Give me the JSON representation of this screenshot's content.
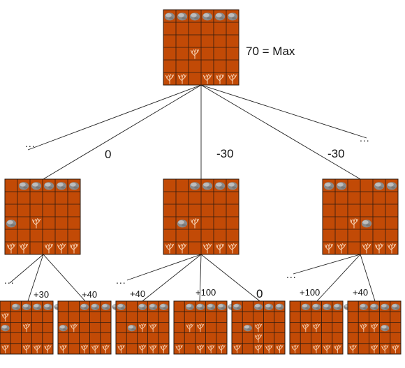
{
  "colors": {
    "board_fill": "#c24a06",
    "grid_line": "#2a1a10",
    "rock": "#8a8a8a",
    "rock_light": "#c9c9c9",
    "coral": "#f3c9a8",
    "edge_line": "#222222",
    "text": "#111111"
  },
  "icons": {
    "rock": "rock-icon",
    "coral": "coral-icon"
  },
  "root": {
    "label": "70 = Max",
    "left_dots": "...",
    "right_dots": "..."
  },
  "children": [
    {
      "value_label": "0",
      "dots": "...",
      "grandchild_labels": [
        "+30",
        "+40"
      ]
    },
    {
      "value_label": "-30",
      "dots": "...",
      "grandchild_labels": [
        "+40",
        "+100",
        "0"
      ]
    },
    {
      "value_label": "-30",
      "dots": "...",
      "grandchild_labels": [
        "+100",
        "+40"
      ]
    }
  ],
  "boards": {
    "root": {
      "rocks": [
        [
          0,
          0
        ],
        [
          0,
          1
        ],
        [
          0,
          2
        ],
        [
          0,
          3
        ],
        [
          0,
          4
        ],
        [
          0,
          5
        ]
      ],
      "corals": [
        [
          3,
          2
        ],
        [
          5,
          0
        ],
        [
          5,
          1
        ],
        [
          5,
          3
        ],
        [
          5,
          4
        ],
        [
          5,
          5
        ]
      ]
    },
    "child_0": {
      "rocks": [
        [
          0,
          1
        ],
        [
          0,
          2
        ],
        [
          0,
          3
        ],
        [
          0,
          4
        ],
        [
          0,
          5
        ],
        [
          3,
          0
        ]
      ],
      "corals": [
        [
          3,
          2
        ],
        [
          5,
          0
        ],
        [
          5,
          1
        ],
        [
          5,
          3
        ],
        [
          5,
          4
        ],
        [
          5,
          5
        ]
      ]
    },
    "child_1": {
      "rocks": [
        [
          0,
          2
        ],
        [
          0,
          3
        ],
        [
          0,
          4
        ],
        [
          0,
          5
        ],
        [
          3,
          1
        ]
      ],
      "corals": [
        [
          3,
          2
        ],
        [
          5,
          0
        ],
        [
          5,
          1
        ],
        [
          5,
          3
        ],
        [
          5,
          4
        ],
        [
          5,
          5
        ]
      ]
    },
    "child_2": {
      "rocks": [
        [
          0,
          0
        ],
        [
          0,
          1
        ],
        [
          0,
          4
        ],
        [
          0,
          5
        ],
        [
          3,
          3
        ]
      ],
      "corals": [
        [
          3,
          2
        ],
        [
          5,
          0
        ],
        [
          5,
          1
        ],
        [
          5,
          3
        ],
        [
          5,
          4
        ],
        [
          5,
          5
        ]
      ]
    },
    "grand_0": {
      "rocks": [
        [
          0,
          1
        ],
        [
          0,
          2
        ],
        [
          0,
          3
        ],
        [
          0,
          4
        ],
        [
          0,
          5
        ],
        [
          2,
          0
        ]
      ],
      "corals": [
        [
          1,
          0
        ],
        [
          2,
          2
        ],
        [
          4,
          0
        ],
        [
          4,
          2
        ],
        [
          4,
          3
        ],
        [
          4,
          4
        ]
      ]
    },
    "grand_1": {
      "rocks": [
        [
          0,
          2
        ],
        [
          0,
          3
        ],
        [
          0,
          4
        ],
        [
          0,
          5
        ],
        [
          2,
          0
        ]
      ],
      "corals": [
        [
          2,
          1
        ],
        [
          4,
          0
        ],
        [
          4,
          2
        ],
        [
          4,
          3
        ],
        [
          4,
          4
        ]
      ]
    },
    "grand_2": {
      "rocks": [
        [
          0,
          0
        ],
        [
          0,
          2
        ],
        [
          0,
          3
        ],
        [
          0,
          4
        ],
        [
          2,
          1
        ]
      ],
      "corals": [
        [
          2,
          2
        ],
        [
          2,
          3
        ],
        [
          4,
          0
        ],
        [
          4,
          2
        ],
        [
          4,
          3
        ],
        [
          4,
          4
        ]
      ]
    },
    "grand_3": {
      "rocks": [
        [
          0,
          1
        ],
        [
          0,
          2
        ],
        [
          0,
          3
        ],
        [
          0,
          4
        ],
        [
          0,
          5
        ]
      ],
      "corals": [
        [
          2,
          1
        ],
        [
          2,
          2
        ],
        [
          4,
          0
        ],
        [
          4,
          2
        ],
        [
          4,
          3
        ],
        [
          4,
          4
        ]
      ]
    },
    "grand_4": {
      "rocks": [
        [
          0,
          0
        ],
        [
          0,
          2
        ],
        [
          0,
          3
        ],
        [
          0,
          4
        ],
        [
          2,
          1
        ]
      ],
      "corals": [
        [
          2,
          2
        ],
        [
          3,
          2
        ],
        [
          4,
          0
        ],
        [
          4,
          2
        ],
        [
          4,
          3
        ],
        [
          4,
          4
        ]
      ]
    },
    "grand_5": {
      "rocks": [
        [
          0,
          1
        ],
        [
          0,
          2
        ],
        [
          0,
          3
        ],
        [
          0,
          4
        ],
        [
          0,
          5
        ]
      ],
      "corals": [
        [
          2,
          1
        ],
        [
          2,
          2
        ],
        [
          4,
          0
        ],
        [
          4,
          2
        ],
        [
          4,
          3
        ],
        [
          4,
          4
        ]
      ]
    },
    "grand_6": {
      "rocks": [
        [
          0,
          1
        ],
        [
          0,
          2
        ],
        [
          0,
          3
        ],
        [
          0,
          4
        ],
        [
          2,
          3
        ]
      ],
      "corals": [
        [
          2,
          1
        ],
        [
          2,
          2
        ],
        [
          4,
          0
        ],
        [
          4,
          2
        ],
        [
          4,
          3
        ],
        [
          4,
          4
        ]
      ]
    }
  }
}
